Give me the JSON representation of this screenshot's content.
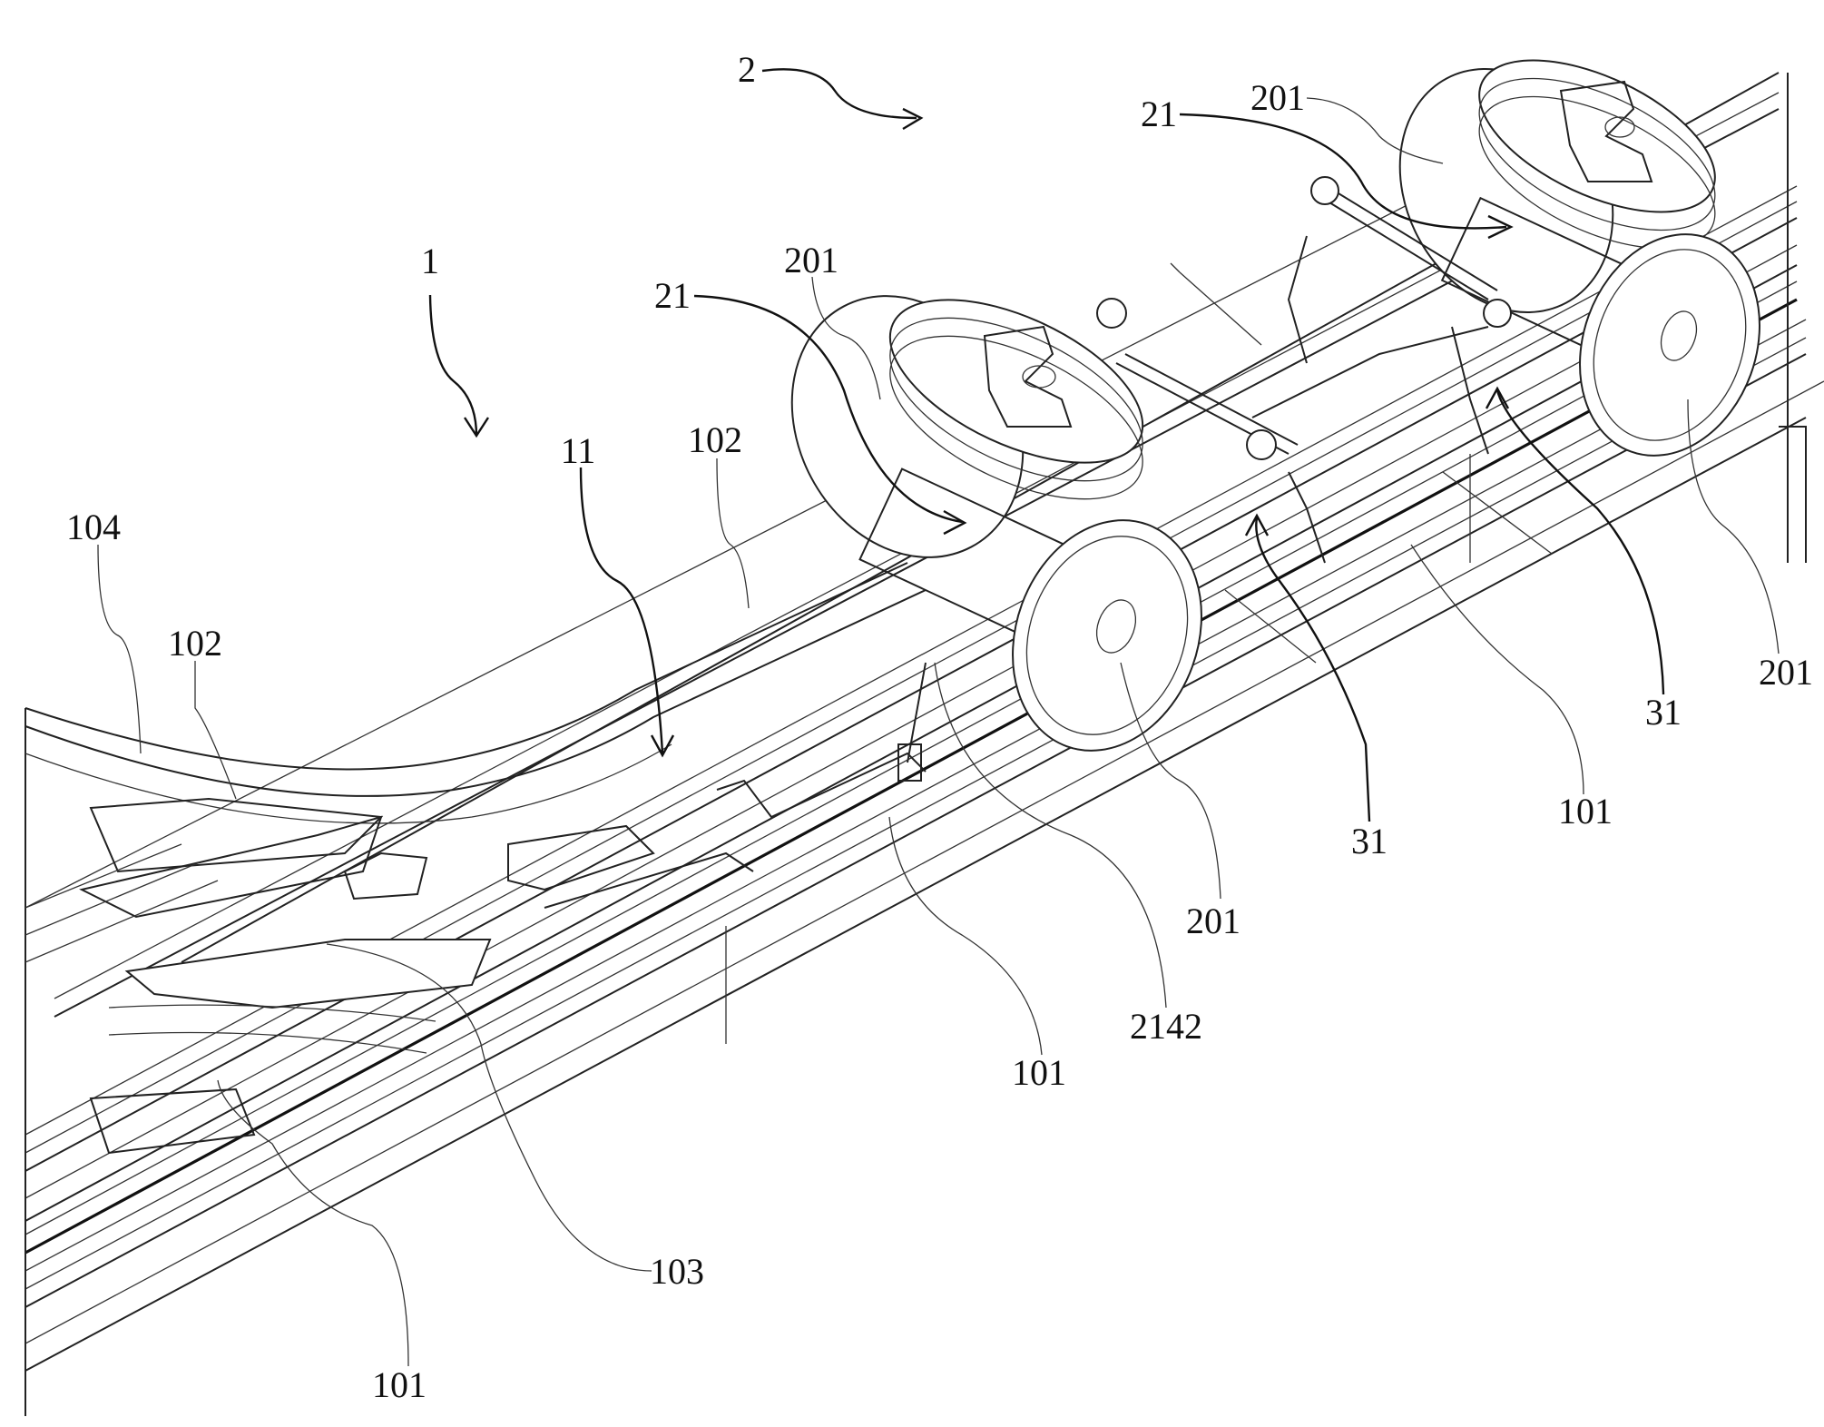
{
  "figure": {
    "type": "patent-drawing",
    "subject": "track with switch section and bogie running gear",
    "labels": [
      {
        "id": "lbl-2",
        "text": "2"
      },
      {
        "id": "lbl-201-a",
        "text": "201"
      },
      {
        "id": "lbl-21-a",
        "text": "21"
      },
      {
        "id": "lbl-1",
        "text": "1"
      },
      {
        "id": "lbl-201-b",
        "text": "201"
      },
      {
        "id": "lbl-21-b",
        "text": "21"
      },
      {
        "id": "lbl-11",
        "text": "11"
      },
      {
        "id": "lbl-102-a",
        "text": "102"
      },
      {
        "id": "lbl-104",
        "text": "104"
      },
      {
        "id": "lbl-102-b",
        "text": "102"
      },
      {
        "id": "lbl-201-c",
        "text": "201"
      },
      {
        "id": "lbl-31-a",
        "text": "31"
      },
      {
        "id": "lbl-31-b",
        "text": "31"
      },
      {
        "id": "lbl-101-a",
        "text": "101"
      },
      {
        "id": "lbl-201-d",
        "text": "201"
      },
      {
        "id": "lbl-2142",
        "text": "2142"
      },
      {
        "id": "lbl-101-b",
        "text": "101"
      },
      {
        "id": "lbl-103",
        "text": "103"
      },
      {
        "id": "lbl-101-c",
        "text": "101"
      }
    ]
  }
}
